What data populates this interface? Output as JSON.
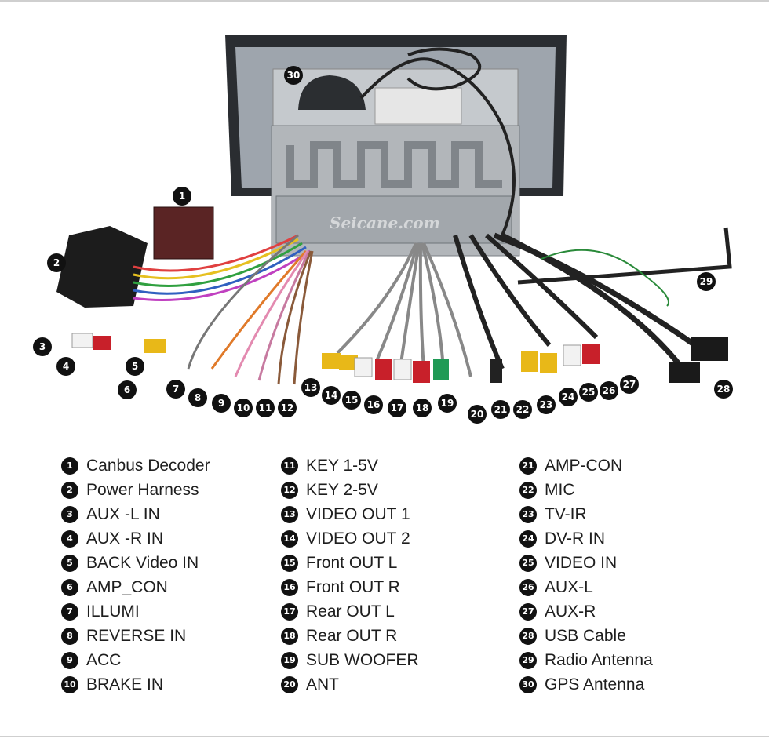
{
  "legend": [
    {
      "num": "1",
      "label": "Canbus Decoder"
    },
    {
      "num": "2",
      "label": "Power Harness"
    },
    {
      "num": "3",
      "label": "AUX -L IN"
    },
    {
      "num": "4",
      "label": "AUX -R IN"
    },
    {
      "num": "5",
      "label": "BACK Video IN"
    },
    {
      "num": "6",
      "label": "AMP_CON"
    },
    {
      "num": "7",
      "label": "ILLUMI"
    },
    {
      "num": "8",
      "label": "REVERSE IN"
    },
    {
      "num": "9",
      "label": "ACC"
    },
    {
      "num": "10",
      "label": "BRAKE IN"
    },
    {
      "num": "11",
      "label": "KEY 1-5V"
    },
    {
      "num": "12",
      "label": "KEY 2-5V"
    },
    {
      "num": "13",
      "label": "VIDEO  OUT 1"
    },
    {
      "num": "14",
      "label": "VIDEO  OUT 2"
    },
    {
      "num": "15",
      "label": "Front OUT L"
    },
    {
      "num": "16",
      "label": "Front OUT R"
    },
    {
      "num": "17",
      "label": "Rear OUT L"
    },
    {
      "num": "18",
      "label": "Rear OUT R"
    },
    {
      "num": "19",
      "label": "SUB WOOFER"
    },
    {
      "num": "20",
      "label": "ANT"
    },
    {
      "num": "21",
      "label": "AMP-CON"
    },
    {
      "num": "22",
      "label": "MIC"
    },
    {
      "num": "23",
      "label": "TV-IR"
    },
    {
      "num": "24",
      "label": "DV-R IN"
    },
    {
      "num": "25",
      "label": "VIDEO IN"
    },
    {
      "num": "26",
      "label": "AUX-L"
    },
    {
      "num": "27",
      "label": "AUX-R"
    },
    {
      "num": "28",
      "label": "USB Cable"
    },
    {
      "num": "29",
      "label": "Radio Antenna"
    },
    {
      "num": "30",
      "label": "GPS Antenna"
    }
  ],
  "watermark": "Seicane.com",
  "colors": {
    "badge": "#111111",
    "rca_red": "#c8202a",
    "rca_yellow": "#e8b818",
    "rca_white": "#f2f2f2",
    "rca_green": "#1f9a55",
    "unit_metal": "#b8bcc0"
  }
}
